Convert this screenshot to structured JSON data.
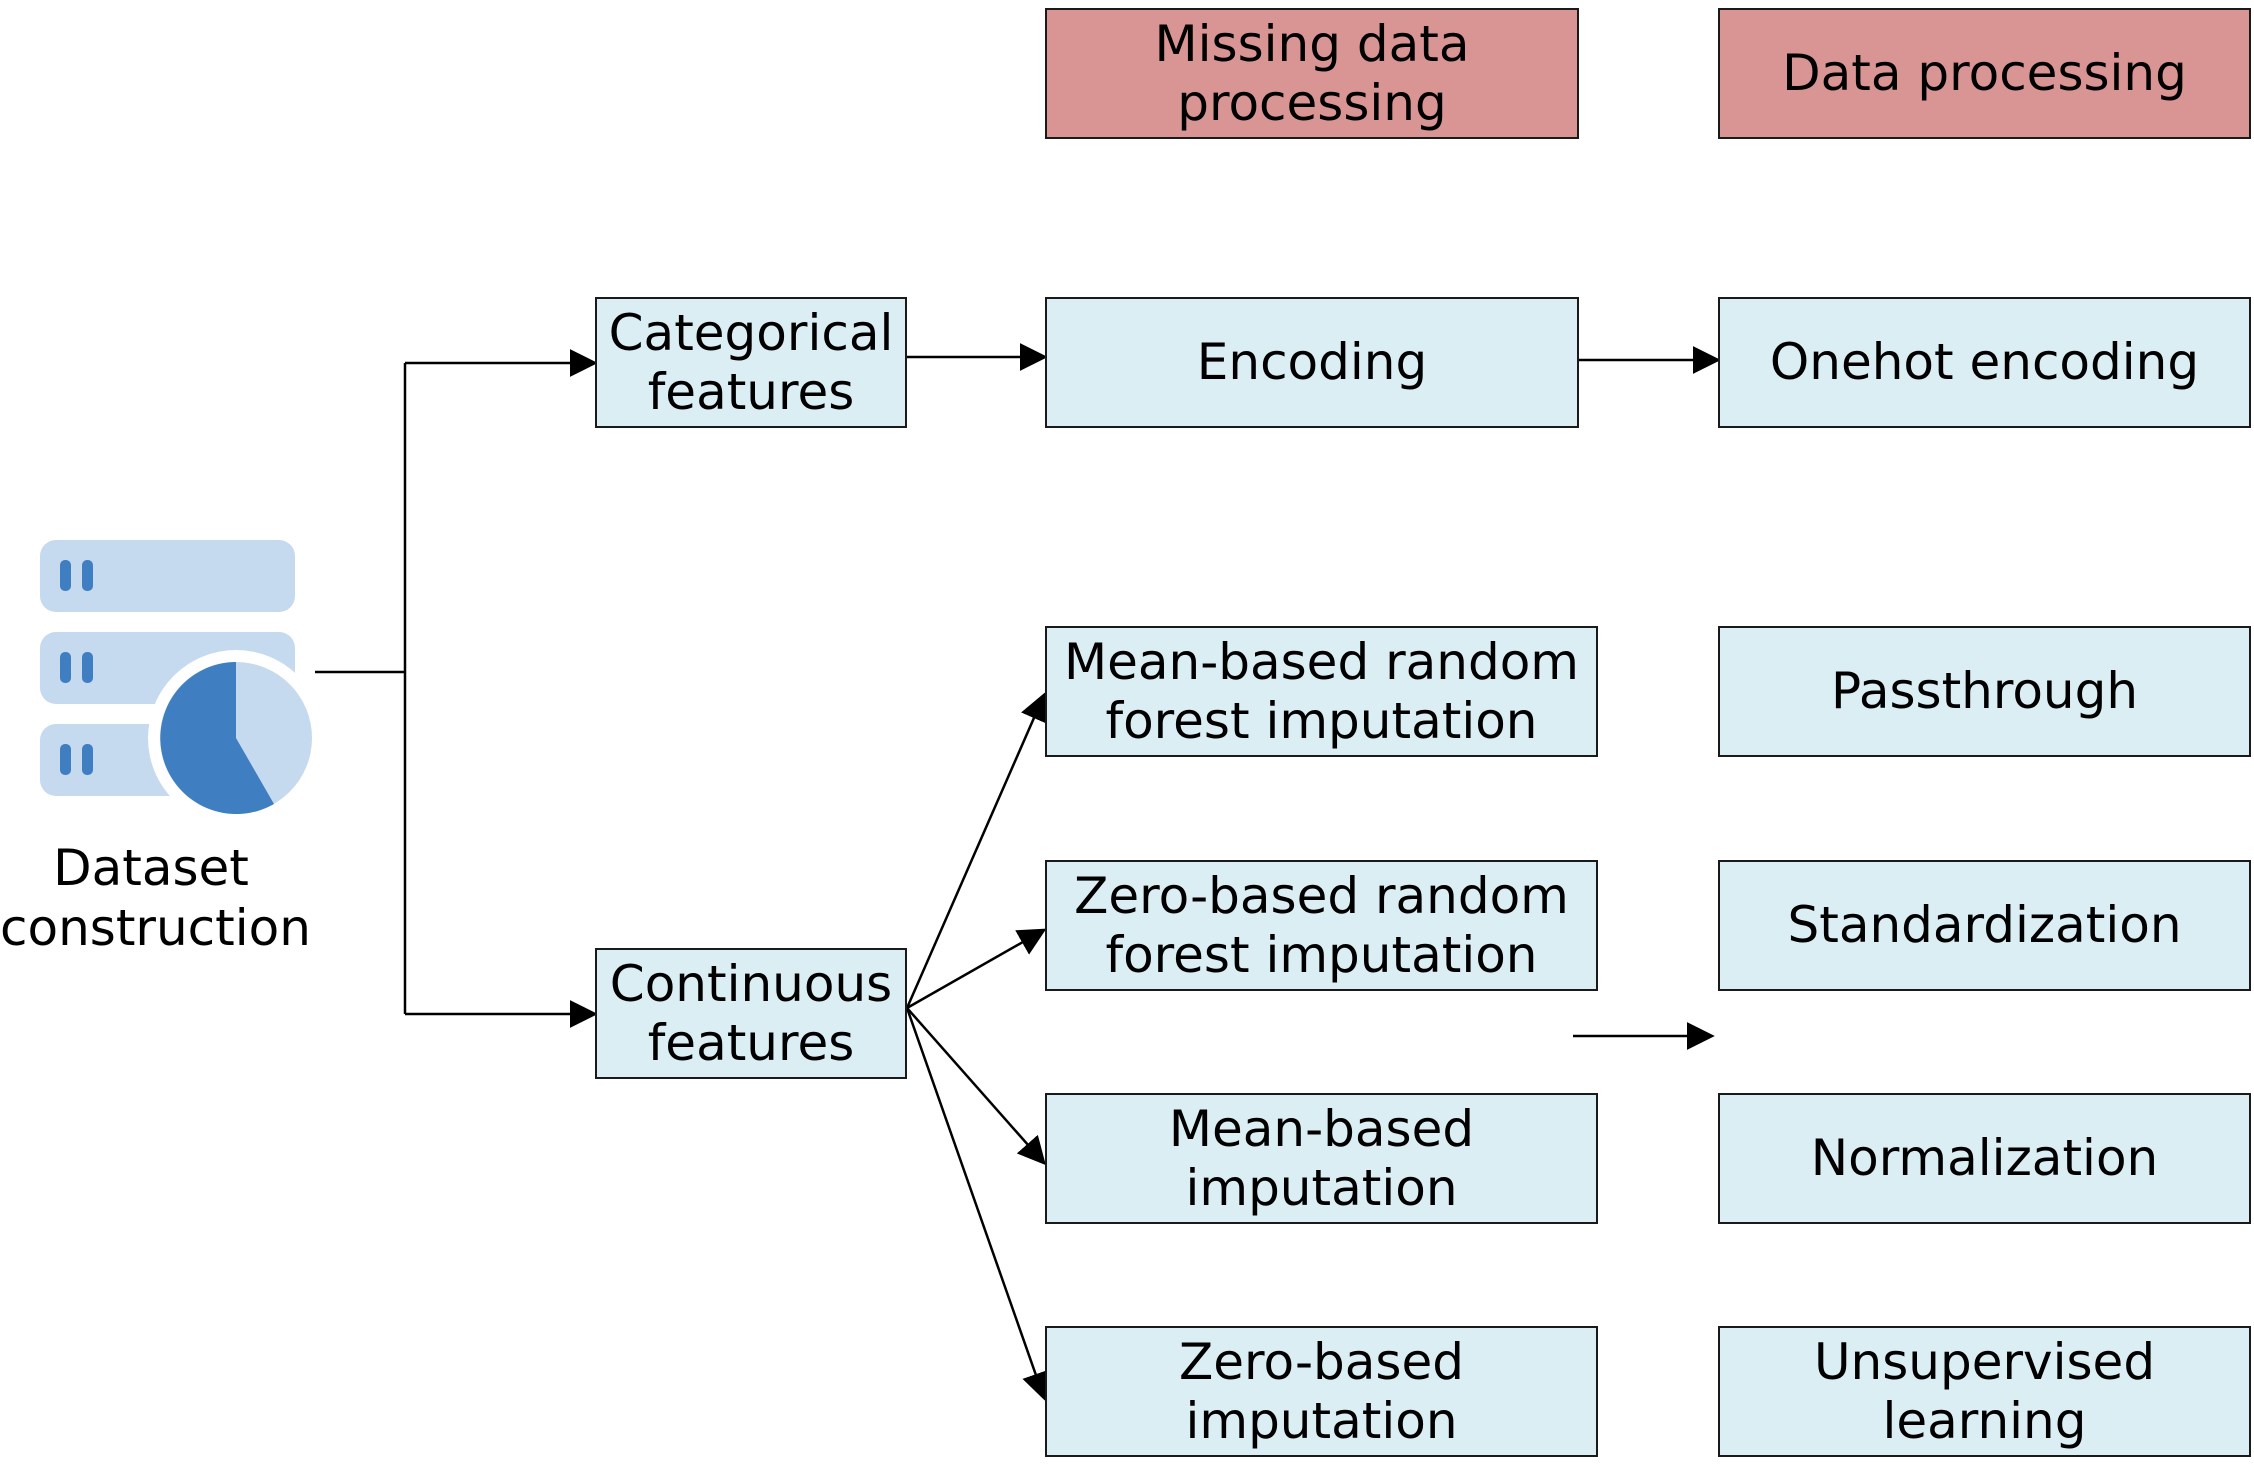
{
  "headers": {
    "missing": "Missing data\nprocessing",
    "processing": "Data processing"
  },
  "source": {
    "label": "Dataset\nconstruction",
    "icon": "database-chart-icon"
  },
  "features": {
    "categorical": "Categorical\nfeatures",
    "continuous": "Continuous\nfeatures"
  },
  "missing_methods": {
    "encoding": "Encoding",
    "mean_rf": "Mean-based random\nforest imputation",
    "zero_rf": "Zero-based random\nforest imputation",
    "mean": "Mean-based\nimputation",
    "zero": "Zero-based\nimputation"
  },
  "processing_methods": {
    "onehot": "Onehot encoding",
    "passthrough": "Passthrough",
    "standardization": "Standardization",
    "normalization": "Normalization",
    "unsupervised": "Unsupervised\nlearning"
  },
  "colors": {
    "header_fill": "#d99594",
    "node_fill": "#dbeef4",
    "icon_light": "#c5d9ef",
    "icon_dark": "#3f7fc1"
  }
}
